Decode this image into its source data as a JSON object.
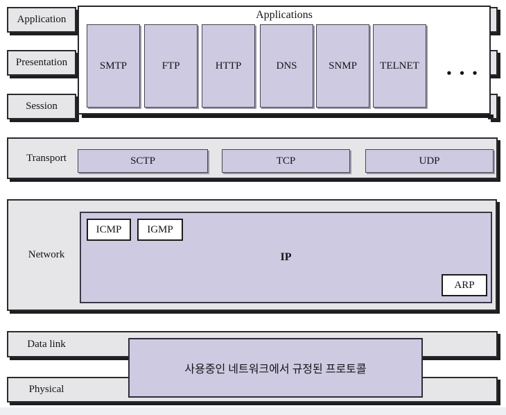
{
  "layers": {
    "application": "Application",
    "presentation": "Presentation",
    "session": "Session",
    "transport": "Transport",
    "network": "Network",
    "data_link": "Data link",
    "physical": "Physical"
  },
  "applications": {
    "title": "Applications",
    "protocols": [
      "SMTP",
      "FTP",
      "HTTP",
      "DNS",
      "SNMP",
      "TELNET"
    ],
    "ellipsis": "•••"
  },
  "transport": {
    "protocols": [
      "SCTP",
      "TCP",
      "UDP"
    ]
  },
  "network": {
    "ip": "IP",
    "icmp": "ICMP",
    "igmp": "IGMP",
    "arp": "ARP"
  },
  "underlying": {
    "label": "사용중인 네트워크에서 규정된 프로토콜"
  },
  "colors": {
    "box_gray": "#e6e5e7",
    "box_purple": "#cecae1",
    "border_dark": "#2a2a2e",
    "shadow": "#1e1e20",
    "background": "#ffffff",
    "bottom_strip": "#edeff2"
  }
}
